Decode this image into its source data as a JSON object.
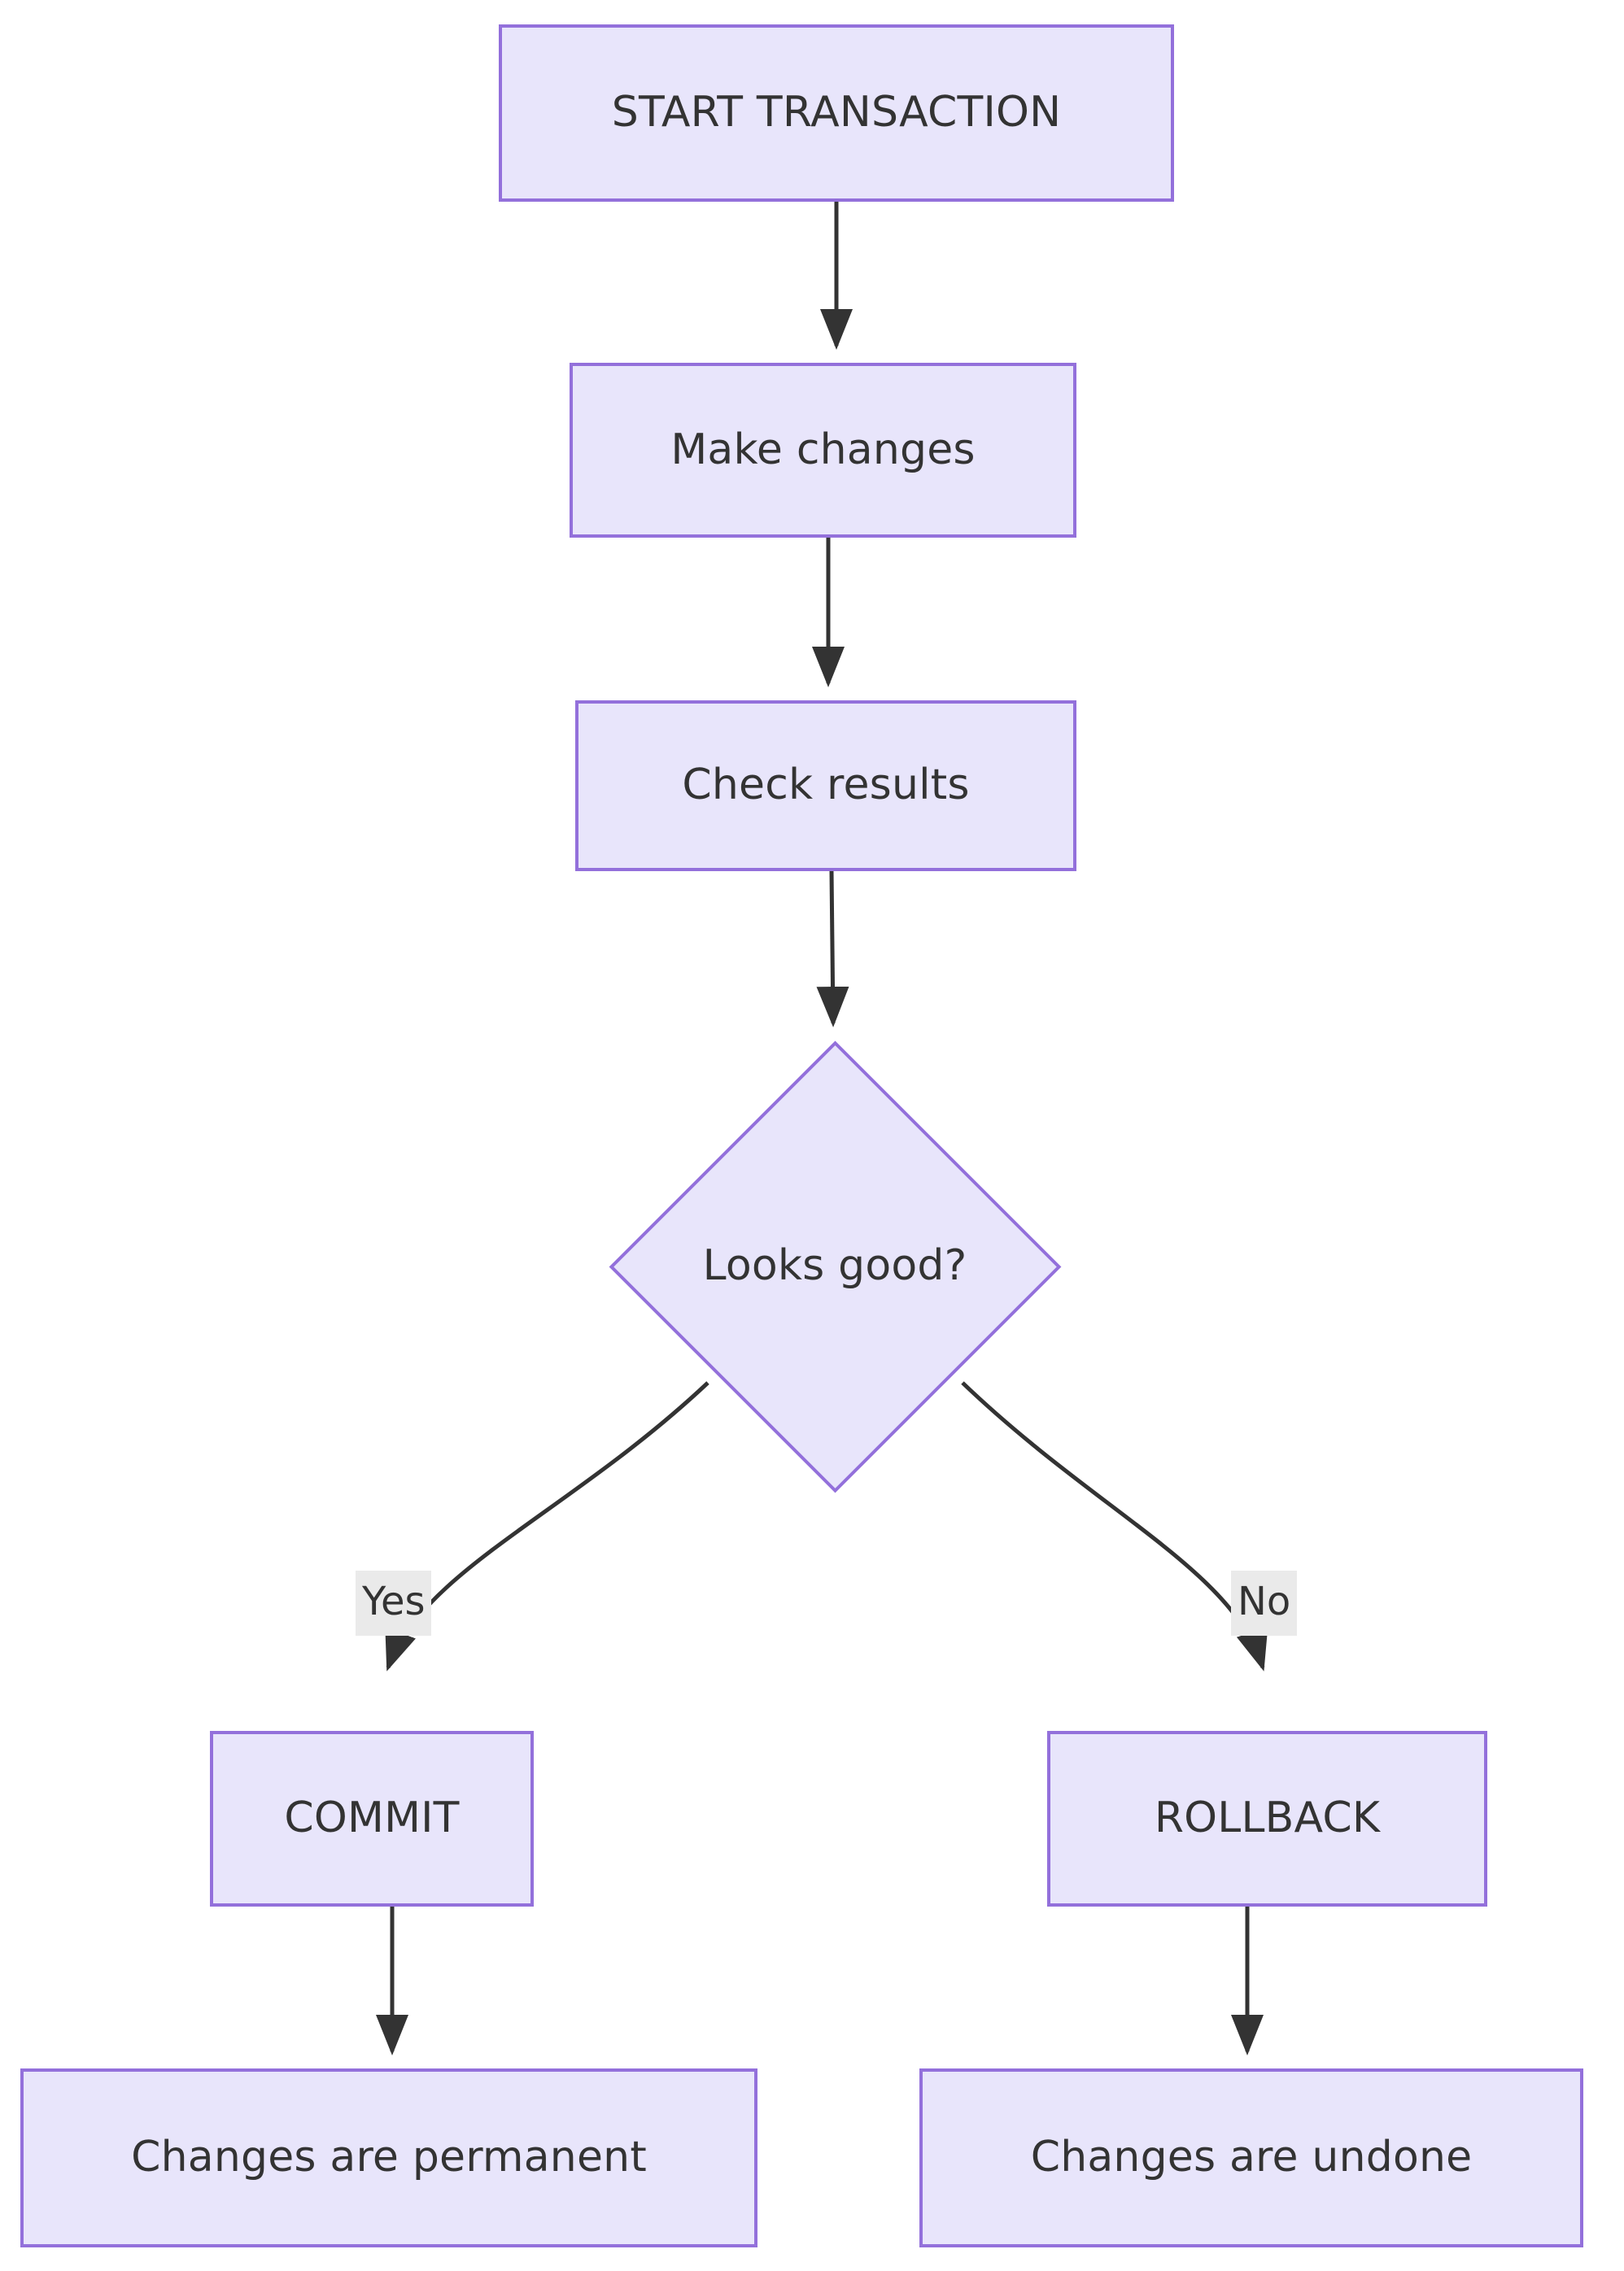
{
  "diagram": {
    "type": "flowchart",
    "orientation": "top-down",
    "theme": {
      "node_fill": "#e8e5fb",
      "node_border": "#9370db",
      "edge_color": "#333333",
      "label_background": "#eaeaea",
      "text_color": "#333333",
      "canvas_background": "#ffffff"
    },
    "nodes": [
      {
        "id": "start",
        "shape": "rectangle",
        "label": "START TRANSACTION"
      },
      {
        "id": "make",
        "shape": "rectangle",
        "label": "Make changes"
      },
      {
        "id": "check",
        "shape": "rectangle",
        "label": "Check results"
      },
      {
        "id": "decision",
        "shape": "diamond",
        "label": "Looks good?"
      },
      {
        "id": "commit",
        "shape": "rectangle",
        "label": "COMMIT"
      },
      {
        "id": "rollback",
        "shape": "rectangle",
        "label": "ROLLBACK"
      },
      {
        "id": "permanent",
        "shape": "rectangle",
        "label": "Changes are permanent"
      },
      {
        "id": "undone",
        "shape": "rectangle",
        "label": "Changes are undone"
      }
    ],
    "edges": [
      {
        "from": "start",
        "to": "make",
        "label": ""
      },
      {
        "from": "make",
        "to": "check",
        "label": ""
      },
      {
        "from": "check",
        "to": "decision",
        "label": ""
      },
      {
        "from": "decision",
        "to": "commit",
        "label": "Yes"
      },
      {
        "from": "decision",
        "to": "rollback",
        "label": "No"
      },
      {
        "from": "commit",
        "to": "permanent",
        "label": ""
      },
      {
        "from": "rollback",
        "to": "undone",
        "label": ""
      }
    ]
  }
}
